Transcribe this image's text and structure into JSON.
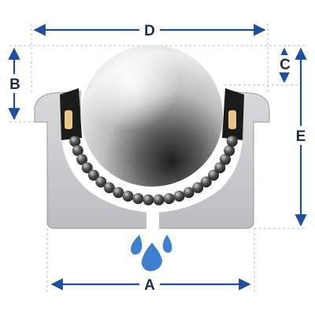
{
  "diagram": {
    "labels": {
      "A": "A",
      "B": "B",
      "C": "C",
      "D": "D",
      "E": "E"
    },
    "colors": {
      "arrow": "#1f4e9c",
      "housing": "#c7c7c9",
      "housing_outline": "#9a9a9c",
      "seal": "#1b1b1b",
      "seal_insert": "#e9c489",
      "ball_light": "#f4f4f4",
      "ball_dark": "#2a2a2a",
      "bearing_ball": "#3a3a3a",
      "drip": "#3f7fd0",
      "guide_line": "#b8b8b8"
    }
  }
}
